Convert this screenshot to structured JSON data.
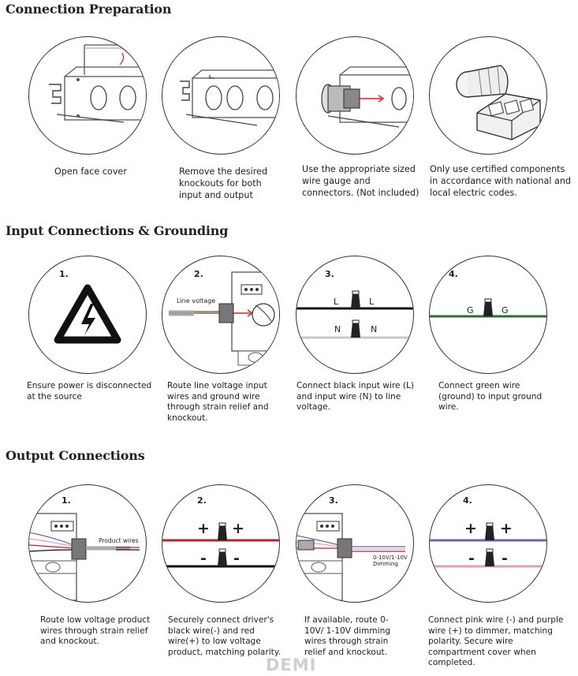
{
  "sections": {
    "prep": {
      "title": "Connection Preparation",
      "captions": [
        "Open face cover",
        "Remove the desired knockouts for both input and output",
        "Use the appropriate sized wire gauge and connectors. (Not included)",
        "Only use certified components in accordance with national and local electric codes."
      ]
    },
    "input": {
      "title": "Input Connections & Grounding",
      "steps": [
        "1.",
        "2.",
        "3.",
        "4."
      ],
      "line_voltage_label": "Line voltage",
      "wire_labels": {
        "L": "L",
        "N": "N",
        "G": "G"
      },
      "captions": [
        "Ensure power is disconnected at the source",
        "Route line voltage input wires and ground wire through strain relief and knockout.",
        "Connect black input wire (L) and input wire (N) to line voltage.",
        "Connect green wire (ground) to input ground wire."
      ]
    },
    "output": {
      "title": "Output Connections",
      "steps": [
        "1.",
        "2.",
        "3.",
        "4."
      ],
      "product_wires_label": "Product wires",
      "dimming_label": "0-10V/1-10V Dimming",
      "plus": "+",
      "minus": "-",
      "captions": [
        "Route low voltage product wires through strain relief and knockout.",
        "Securely connect driver's black wire(-) and red wire(+) to low voltage product, matching polarity.",
        "If available, route 0-10V/ 1-10V dimming wires through strain relief and knockout.",
        "Connect pink wire (-) and purple wire (+) to dimmer, matching polarity. Secure wire compartment cover when completed."
      ]
    }
  },
  "watermark": "DEMI",
  "colors": {
    "red_wire": "#b5262b",
    "green_wire": "#2e6b3a",
    "purple_wire": "#6c62b8",
    "pink_wire": "#e59ac3",
    "grey_wire": "#c8c8c8"
  }
}
